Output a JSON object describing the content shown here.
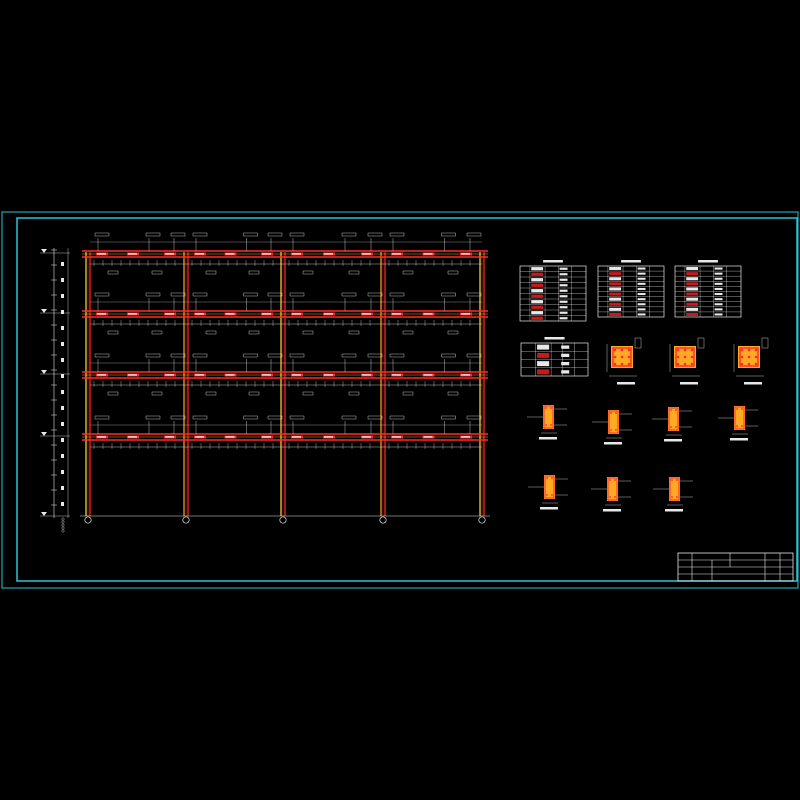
{
  "drawing": {
    "background_color": "#000000",
    "colors": {
      "border": "#27c6d8",
      "frame_red": "#ff2a2a",
      "frame_orange": "#ffaa22",
      "frame_yellow": "#ffe033",
      "annotation": "#e8e8e8",
      "table_fill": "#c81a1a"
    },
    "elevation": {
      "bays": 4,
      "stories": 3,
      "axis_bubbles": [
        "",
        "",
        "",
        "",
        ""
      ]
    },
    "tables": [
      {
        "rows": 10,
        "cols": 5
      },
      {
        "rows": 10,
        "cols": 5
      },
      {
        "rows": 10,
        "cols": 5
      },
      {
        "rows": 4,
        "cols": 5
      }
    ],
    "column_sections": 3,
    "beam_sections": 7,
    "title_block": {
      "cells": []
    }
  }
}
